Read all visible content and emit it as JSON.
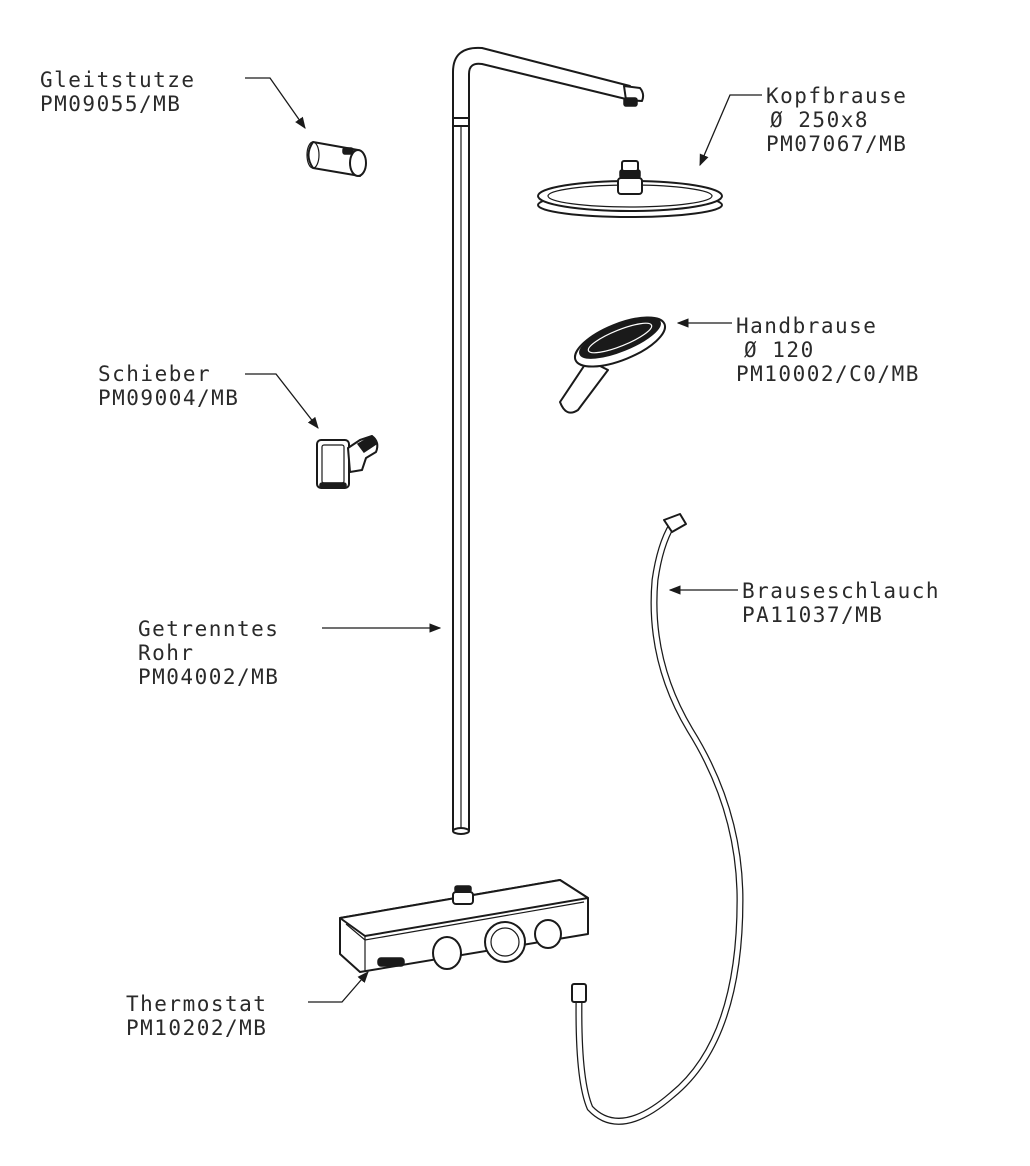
{
  "labels": {
    "gleitstutze": {
      "name": "Gleitstutze",
      "code": "PM09055/MB"
    },
    "kopfbrause": {
      "name": "Kopfbrause",
      "size": "Ø 250x8",
      "code": "PM07067/MB"
    },
    "handbrause": {
      "name": "Handbrause",
      "size": "Ø 120",
      "code": "PM10002/C0/MB"
    },
    "schieber": {
      "name": "Schieber",
      "code": "PM09004/MB"
    },
    "brauseschlauch": {
      "name": "Brauseschlauch",
      "code": "PA11037/MB"
    },
    "rohr": {
      "name1": "Getrenntes",
      "name2": "Rohr",
      "code": "PM04002/MB"
    },
    "thermostat": {
      "name": "Thermostat",
      "code": "PM10202/MB"
    }
  },
  "colors": {
    "line": "#1a1a1a",
    "text": "#2a2a2a",
    "background": "#ffffff"
  }
}
